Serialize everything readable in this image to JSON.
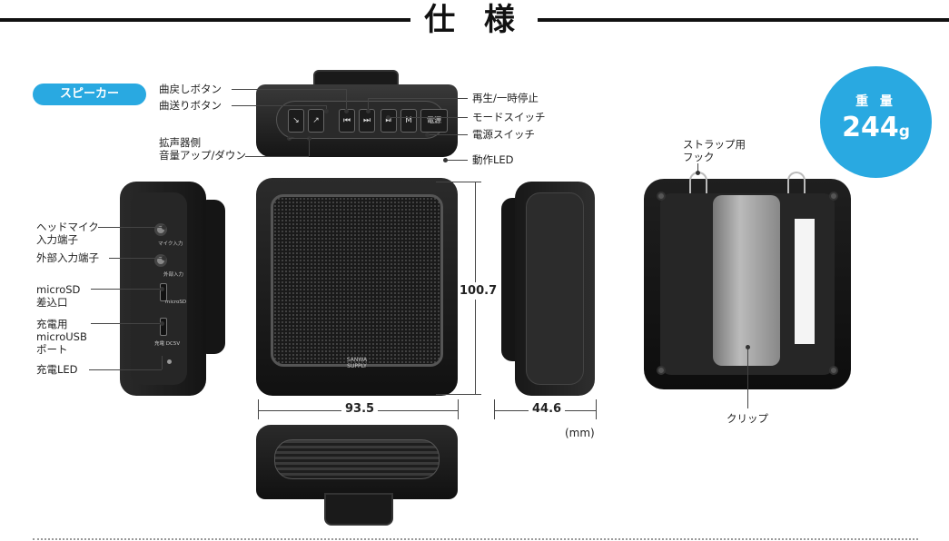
{
  "title": "仕 様",
  "product_label": "スピーカー",
  "weight": {
    "label": "重 量",
    "value": "244",
    "unit": "g"
  },
  "top_labels": {
    "track_back": "曲戻しボタン",
    "track_forward": "曲送りボタン",
    "volume": "拡声器側\n音量アップ/ダウン",
    "play_pause": "再生/一時停止",
    "mode_switch": "モードスイッチ",
    "power_switch": "電源スイッチ",
    "led": "動作LED"
  },
  "side_labels": {
    "mic_jack": "ヘッドマイク\n入力端子",
    "ext_in": "外部入力端子",
    "microsd": "microSD\n差込口",
    "usb": "充電用\nmicroUSB\nポート",
    "charge_led": "充電LED"
  },
  "side_prints": {
    "mic": "マイク入力",
    "ext": "外部入力",
    "sd": "microSD",
    "dc": "充電 DC5V"
  },
  "back_labels": {
    "strap_hook": "ストラップ用\nフック",
    "clip": "クリップ"
  },
  "buttons": {
    "mode": "M",
    "power": "電源"
  },
  "brand": "SANWA\nSUPPLY",
  "dimensions": {
    "height": "100.7",
    "width": "93.5",
    "depth": "44.6",
    "unit": "(mm)"
  }
}
